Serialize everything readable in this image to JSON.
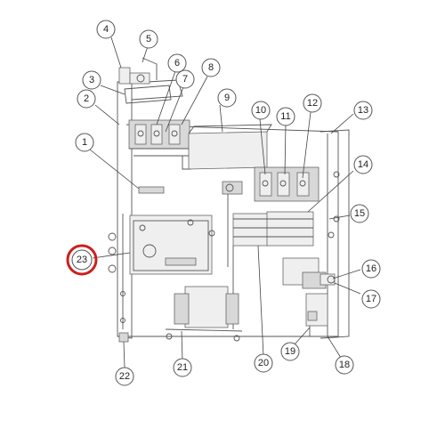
{
  "highlight_color": "#cc1f1f",
  "callouts": [
    {
      "id": "1",
      "label": "1"
    },
    {
      "id": "2",
      "label": "2"
    },
    {
      "id": "3",
      "label": "3"
    },
    {
      "id": "4",
      "label": "4"
    },
    {
      "id": "5",
      "label": "5"
    },
    {
      "id": "6",
      "label": "6"
    },
    {
      "id": "7",
      "label": "7"
    },
    {
      "id": "8",
      "label": "8"
    },
    {
      "id": "9",
      "label": "9"
    },
    {
      "id": "10",
      "label": "10"
    },
    {
      "id": "11",
      "label": "11"
    },
    {
      "id": "12",
      "label": "12"
    },
    {
      "id": "13",
      "label": "13"
    },
    {
      "id": "14",
      "label": "14"
    },
    {
      "id": "15",
      "label": "15"
    },
    {
      "id": "16",
      "label": "16"
    },
    {
      "id": "17",
      "label": "17"
    },
    {
      "id": "18",
      "label": "18"
    },
    {
      "id": "19",
      "label": "19"
    },
    {
      "id": "20",
      "label": "20"
    },
    {
      "id": "21",
      "label": "21"
    },
    {
      "id": "22",
      "label": "22"
    },
    {
      "id": "23",
      "label": "23",
      "highlighted": true
    }
  ]
}
